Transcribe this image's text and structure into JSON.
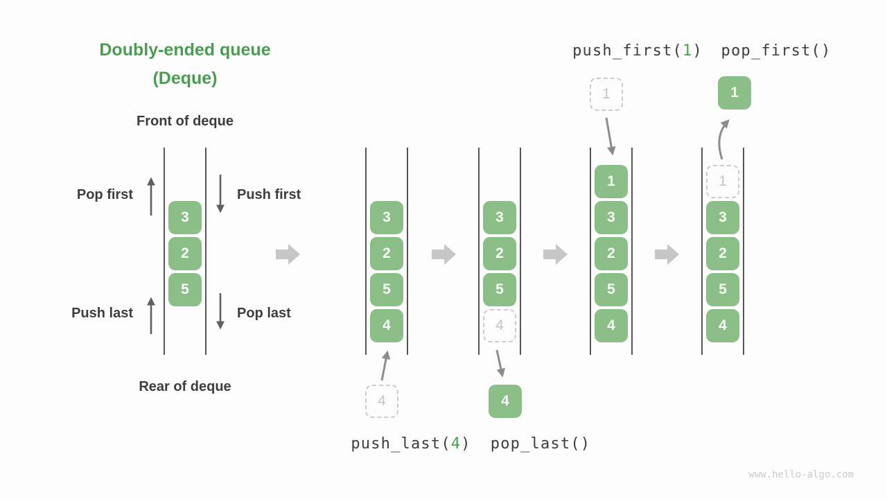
{
  "title": {
    "line1": "Doubly-ended queue",
    "line2": "(Deque)"
  },
  "deque_labels": {
    "front": "Front of deque",
    "rear": "Rear of deque"
  },
  "op_labels": {
    "pop_first": "Pop first",
    "push_first": "Push first",
    "push_last": "Push last",
    "pop_last": "Pop last"
  },
  "code_labels": {
    "push_last": {
      "pre": "push_last(",
      "arg": "4",
      "post": ")"
    },
    "pop_last": {
      "text": "pop_last()"
    },
    "push_first": {
      "pre": "push_first(",
      "arg": "1",
      "post": ")"
    },
    "pop_first": {
      "text": "pop_first()"
    }
  },
  "queues": {
    "q1": {
      "cells": [
        "3",
        "2",
        "5"
      ]
    },
    "q2": {
      "cells": [
        "3",
        "2",
        "5",
        "4"
      ],
      "incoming": "4"
    },
    "q3": {
      "cells": [
        "3",
        "2",
        "5"
      ],
      "ghost": "4",
      "outgoing": "4"
    },
    "q4": {
      "cells": [
        "1",
        "3",
        "2",
        "5",
        "4"
      ],
      "incoming": "1"
    },
    "q5": {
      "cells": [
        "3",
        "2",
        "5",
        "4"
      ],
      "ghost": "1",
      "outgoing": "1"
    }
  },
  "watermark": "www.hello-algo.com",
  "colors": {
    "box_green": "#8cbe88",
    "accent_green": "#4a9d50",
    "dark_text": "#3d3d3d",
    "wall_gray": "#555555",
    "small_arrow_dark": "#5f5f5f",
    "small_arrow_gray": "#8c8c8c",
    "stage_arrow_gray": "#c6c6c6",
    "ghost_border": "#cccccc",
    "watermark_gray": "#cbcbcb"
  }
}
